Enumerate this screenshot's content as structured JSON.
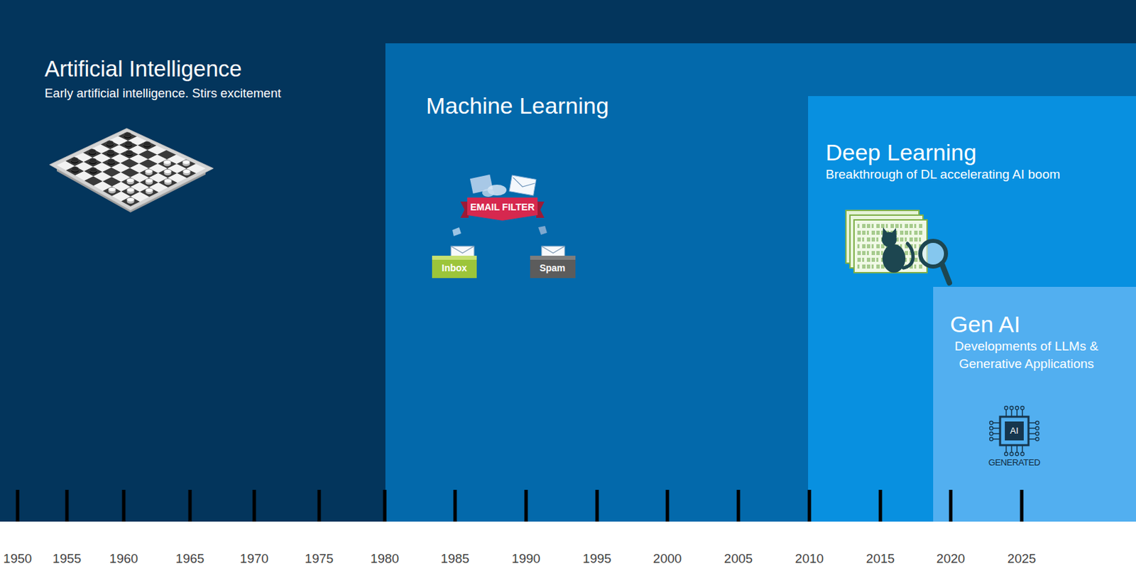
{
  "diagram": {
    "nodes": [
      {
        "text": [
          "Artificial Intelligence",
          "Early artificial intelligence. Stirs excitement"
        ]
      },
      {
        "text": [
          "Machine Learning"
        ],
        "in": 0
      },
      {
        "text": [
          "Deep Learning",
          "Breakthrough of DL accelerating AI boom"
        ],
        "in": 1
      },
      {
        "text": [
          "Gen AI",
          "Developments of LLMs & Generative Applications"
        ],
        "in": 2
      }
    ],
    "labels": [
      "EMAIL FILTER",
      "Inbox",
      "Spam",
      "AI",
      "GENERATED",
      "1950",
      "1955",
      "1960",
      "1965",
      "1970",
      "1975",
      "1980",
      "1985",
      "1990",
      "1995",
      "2000",
      "2005",
      "2010",
      "2015",
      "2020",
      "2025"
    ]
  }
}
